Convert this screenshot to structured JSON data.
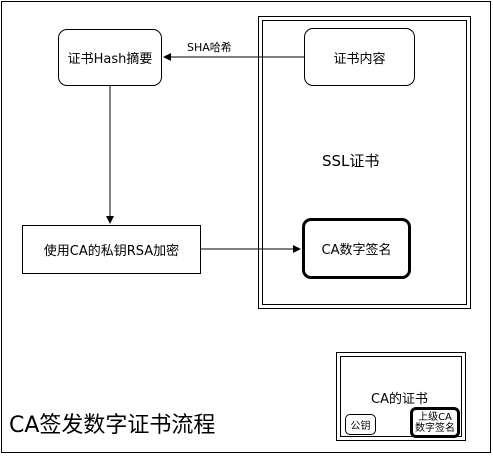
{
  "diagram": {
    "title": "CA签发数字证书流程",
    "nodes": {
      "cert_hash": "证书Hash摘要",
      "cert_content": "证书内容",
      "ssl_cert": "SSL证书",
      "rsa_encrypt": "使用CA的私钥RSA加密",
      "ca_signature": "CA数字签名"
    },
    "edges": {
      "sha_label": "SHA哈希"
    },
    "ca_cert": {
      "title": "CA的证书",
      "public_key": "公钥",
      "upper_signature_line1": "上级CA",
      "upper_signature_line2": "数字签名"
    }
  }
}
